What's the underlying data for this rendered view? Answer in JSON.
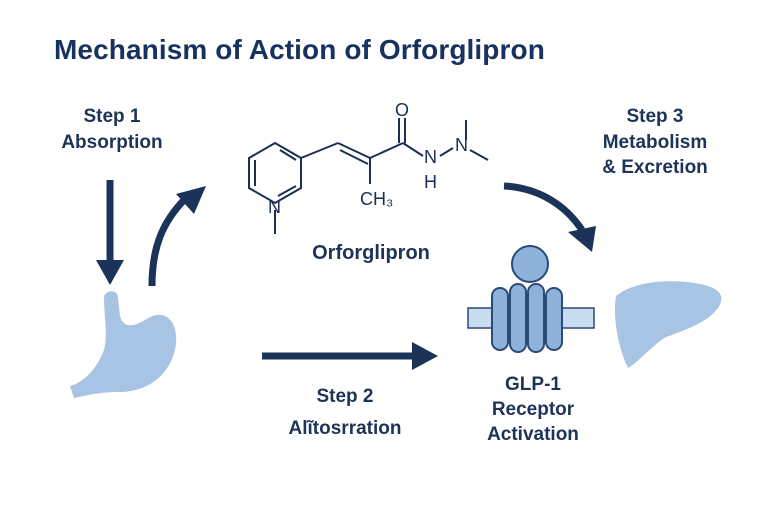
{
  "title": "Mechanism of Action of Orforglipron",
  "steps": [
    {
      "label": "Step 1",
      "text": "Absorption"
    },
    {
      "label": "Step 2",
      "text": "Alῖtosrration"
    },
    {
      "label": "Step 3",
      "text_line1": "Metabolism",
      "text_line2": "& Excretion"
    }
  ],
  "molecule": {
    "name": "Orforglipron",
    "atoms": {
      "oxygen": "O",
      "nitrogen_ring": "N",
      "nitrogen_amide": "N",
      "nitrogen_amine": "N",
      "hydrogen": "H",
      "methyl": "CH₃"
    }
  },
  "receptor": {
    "line1": "GLP-1",
    "line2": "Receptor",
    "line3": "Activation"
  },
  "icons": [
    "stomach-icon",
    "liver-icon",
    "glp1-receptor-icon"
  ],
  "colors": {
    "title": "#17325e",
    "arrow": "#1b3358",
    "organ": "#a7c4e4",
    "receptor": "#8fb2db",
    "membrane": "#c9dcf0"
  }
}
